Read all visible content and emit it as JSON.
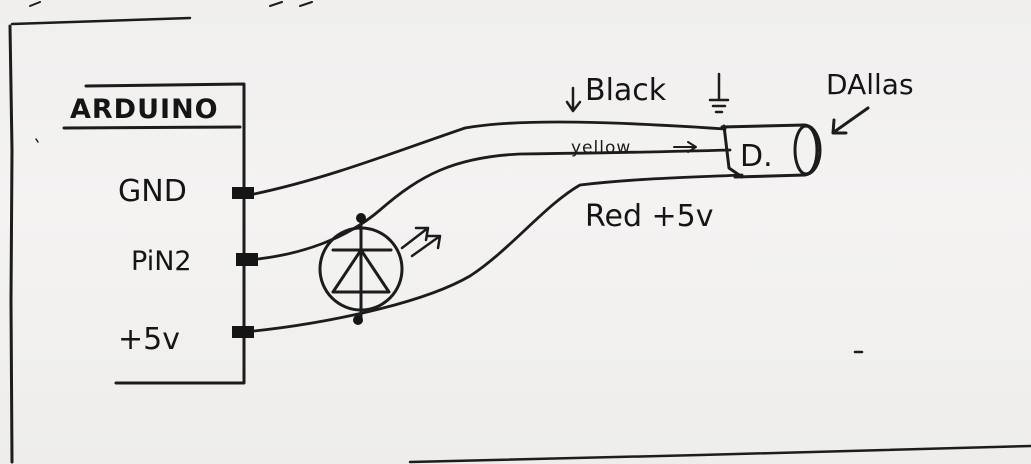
{
  "arduino": {
    "title": "ARDUINO",
    "pins": {
      "gnd": "GND",
      "pin2": "PiN2",
      "vcc": "+5v"
    }
  },
  "wires": {
    "black": "Black",
    "yellow": "yellow",
    "red": "Red +5v"
  },
  "sensor": {
    "label": "D.",
    "name": "DAllas"
  }
}
